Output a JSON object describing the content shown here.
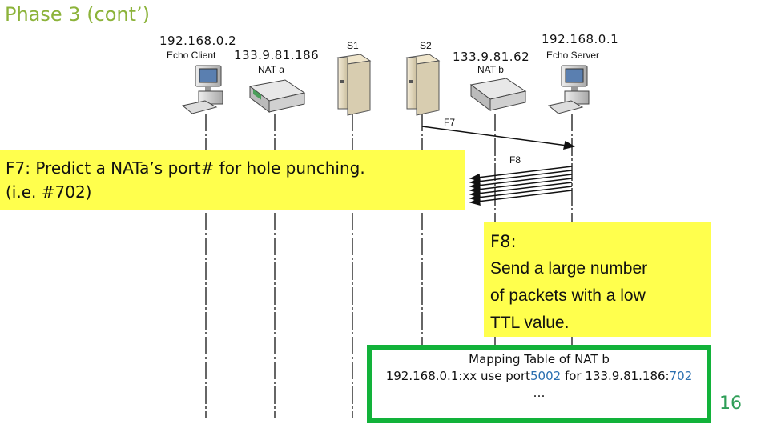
{
  "title": "Phase 3 (cont’)",
  "hosts": {
    "client_ip": "192.168.0.2",
    "client_label": "Echo Client",
    "nat_a_ip": "133.9.81.186",
    "nat_a_label": "NAT a",
    "s1_label": "S1",
    "s2_label": "S2",
    "nat_b_ip": "133.9.81.62",
    "nat_b_label": "NAT b",
    "server_ip": "192.168.0.1",
    "server_label": "Echo Server"
  },
  "flows": {
    "f7_label": "F7",
    "f8_label": "F8"
  },
  "callout_f7": {
    "line1": "F7: Predict a NATa’s port# for hole punching.",
    "line2": "(i.e. #702)"
  },
  "callout_f8": {
    "line1": "F8:",
    "line2": "Send a large number",
    "line3a": "of packets",
    "line3b": " with a low",
    "line4": "TTL value."
  },
  "mapping_table": {
    "title": "Mapping Table of NAT b",
    "prefix": "192.168.0.1:xx use port",
    "port_b": "5002",
    "middle": " for 133.9.81.186:",
    "port_a": "702",
    "ellipsis": "…"
  },
  "page_number": "16",
  "colors": {
    "title": "#8cb33a",
    "callout": "#ffff4d",
    "mapping_border": "#12b23a",
    "port": "#2a6fb0",
    "page_number": "#2e9e57"
  }
}
